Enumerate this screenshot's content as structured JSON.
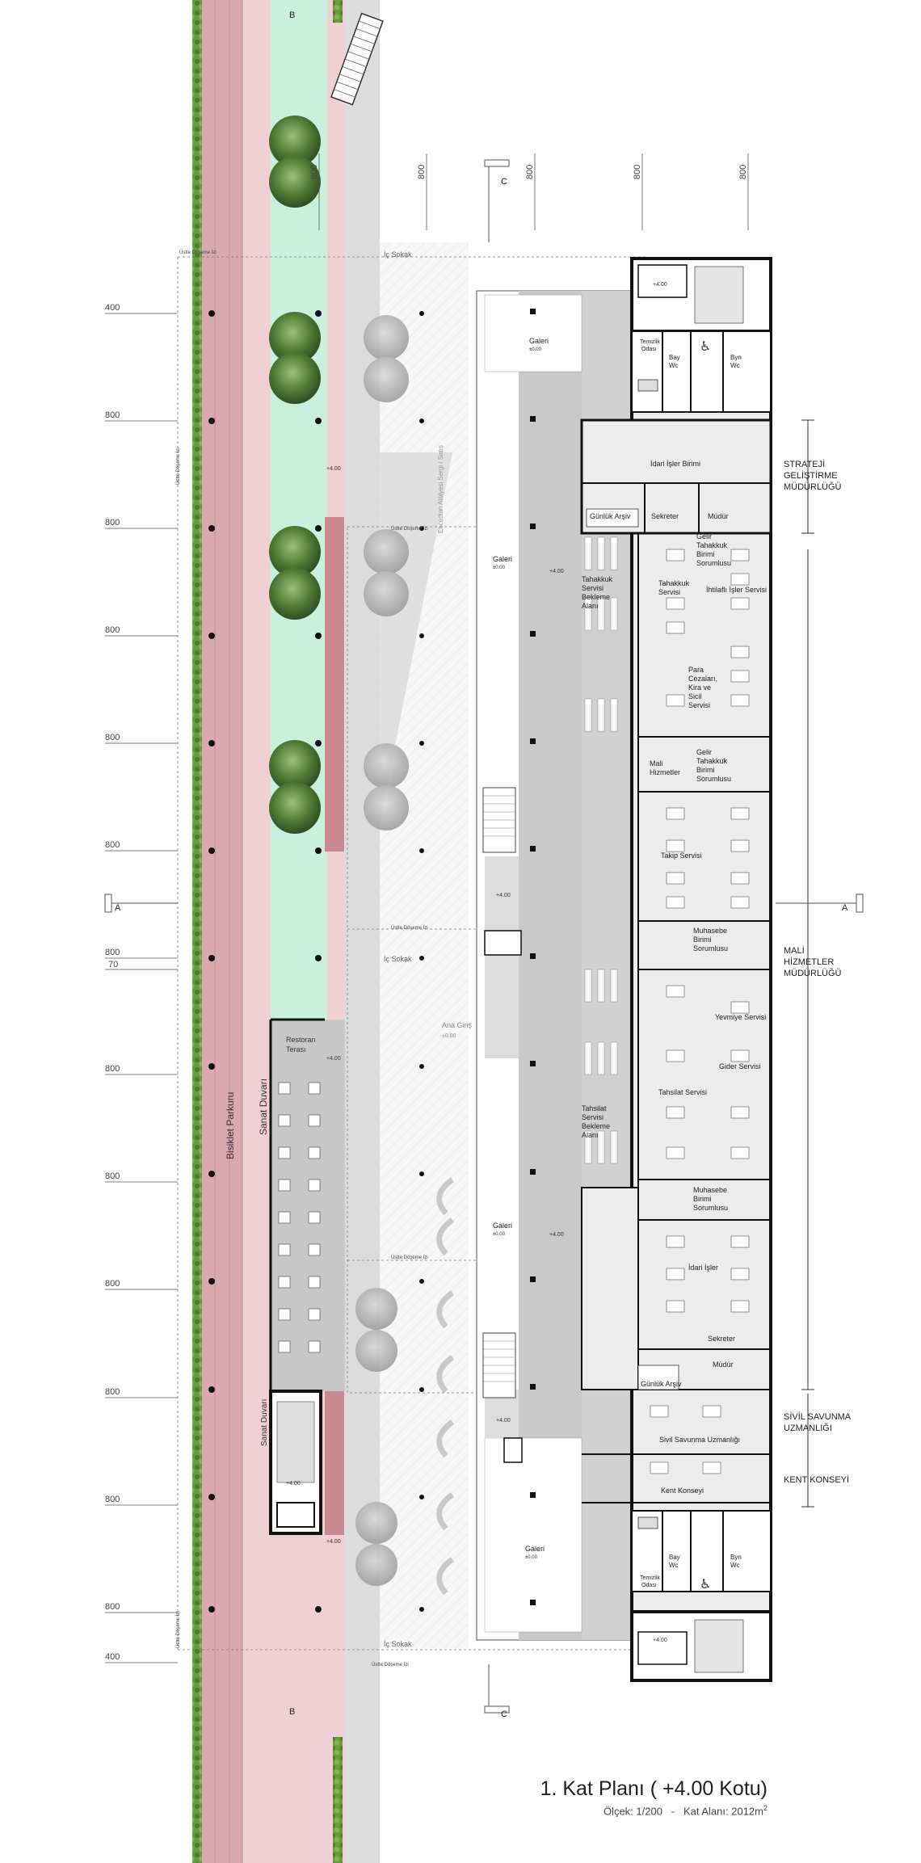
{
  "title": "1. Kat Planı ( +4.00 Kotu)",
  "scale_label": "Ölçek: 1/200",
  "separator": "-",
  "area_label": "Kat Alanı: 2012m",
  "area_sup": "2",
  "section_marks": {
    "a": "A",
    "b": "B",
    "c": "C"
  },
  "left_dimensions": [
    "400",
    "800",
    "800",
    "800",
    "800",
    "800",
    "800",
    "70",
    "800",
    "800",
    "800",
    "800",
    "800",
    "800",
    "400"
  ],
  "top_dimensions": [
    "800",
    "800",
    "800",
    "800",
    "800"
  ],
  "streets": {
    "bike": "Bisiklet Parkuru",
    "art_wall": "Sanat Duvarı",
    "art_wall_2": "Sanat Duvarı",
    "inner_street": "İç Sokak",
    "inner_street_2": "İç Sokak",
    "inner_street_3": "İç Sokak",
    "main_entrance": "Ana Giriş",
    "main_entrance_level": "±0.00",
    "gallery_strip": "Ebcedian Atölyesi Sergi / Satış",
    "upper_slab": "Üstte Döşeme İzi",
    "restaurant_terrace_1": "Restoran",
    "restaurant_terrace_2": "Terası"
  },
  "levels": {
    "plus4": "+4.00",
    "zero": "±0.00"
  },
  "departments": {
    "strateji_1": "STRATEJİ",
    "strateji_2": "GELİŞTİRME",
    "strateji_3": "MÜDÜRLÜĞÜ",
    "mali_1": "MALİ",
    "mali_2": "HİZMETLER",
    "mali_3": "MÜDÜRLÜĞÜ",
    "sivil_1": "SİVİL SAVUNMA",
    "sivil_2": "UZMANLIĞI",
    "kent": "KENT KONSEYİ"
  },
  "rooms": {
    "galeri": "Galeri",
    "temizlik_1": "Temizlik",
    "temizlik_2": "Odası",
    "bay_1": "Bay",
    "bay_2": "Wc",
    "byn_1": "Byn",
    "byn_2": "Wc",
    "idari_isler_birimi": "İdari İşler Birimi",
    "gunluk_arsiv": "Günlük Arşiv",
    "sekreter": "Sekreter",
    "mudur": "Müdür",
    "gelir_tah_1": "Gelir",
    "gelir_tah_2": "Tahakkuk",
    "gelir_tah_3": "Birimi",
    "gelir_tah_4": "Sorumlusu",
    "tah_servisi_1": "Tahakkuk",
    "tah_servisi_2": "Servisi",
    "ihtilafli": "İhtilaflı İşler Servisi",
    "tah_bekleme_1": "Tahakkuk",
    "tah_bekleme_2": "Servisi",
    "tah_bekleme_3": "Bekleme",
    "tah_bekleme_4": "Alanı",
    "para_1": "Para",
    "para_2": "Cezaları,",
    "para_3": "Kira ve",
    "para_4": "Sicil",
    "para_5": "Servisi",
    "mali_hiz_1": "Mali",
    "mali_hiz_2": "Hizmetler",
    "takip": "Takip Servisi",
    "muhasebe_1": "Muhasebe",
    "muhasebe_2": "Birimi",
    "muhasebe_3": "Sorumlusu",
    "yevmiye": "Yevmiye Servisi",
    "gider": "Gider Servisi",
    "tahsilat": "Tahsilat Servisi",
    "tahsilat_b_1": "Tahsilat",
    "tahsilat_b_2": "Servisi",
    "tahsilat_b_3": "Bekleme",
    "tahsilat_b_4": "Alanı",
    "idari_isler": "İdari İşler",
    "sivil_room": "Sivil Savunma Uzmanlığı",
    "kent_room": "Kent Konseyi"
  },
  "colors": {
    "bike_lane": "#d9a9ae",
    "pink_path": "#f1d0d3",
    "green_strip": "#c8f0dc",
    "hedge": "#5e8c3a",
    "grey_path": "#dcdcdc",
    "corridor": "#c9c9c9",
    "office_floor": "#ececec",
    "wall": "#111111"
  }
}
